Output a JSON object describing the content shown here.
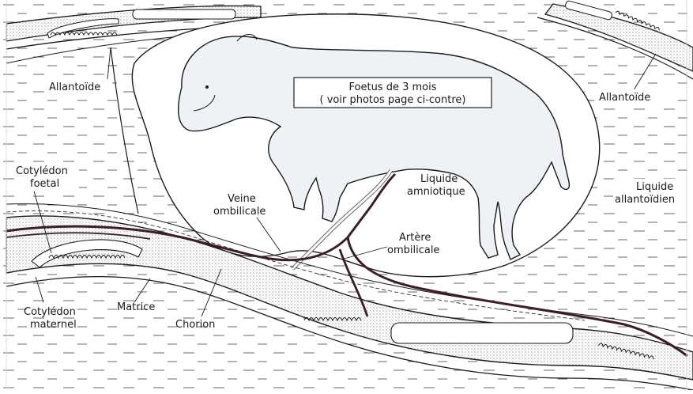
{
  "labels": {
    "allantoide_left": "Allantoïde",
    "allantoide_right": "Allantoïde",
    "cotyledon_foetal_line1": "Cotylédon",
    "cotyledon_foetal_line2": "foetal",
    "foetus_line1": "Foetus de 3 mois",
    "foetus_line2": "( voir photos page ci-contre)",
    "veine_line1": "Veine",
    "veine_line2": "ombilicale",
    "liquide_amnio_line1": "Liquide",
    "liquide_amnio_line2": "amniotique",
    "liquide_allanto_line1": "Liquide",
    "liquide_allanto_line2": "allantoïdien",
    "artere_line1": "Artère",
    "artere_line2": "ombilicale",
    "cotyledon_maternel_line1": "Cotylédon",
    "cotyledon_maternel_line2": "maternel",
    "matrice": "Matrice",
    "chorion": "Chorion"
  },
  "colors": {
    "ink": "#1a1a1a",
    "stipple": "#c8c8c8",
    "vessel": "#3a1f2a",
    "fetus_fill": "#eef2f6"
  }
}
